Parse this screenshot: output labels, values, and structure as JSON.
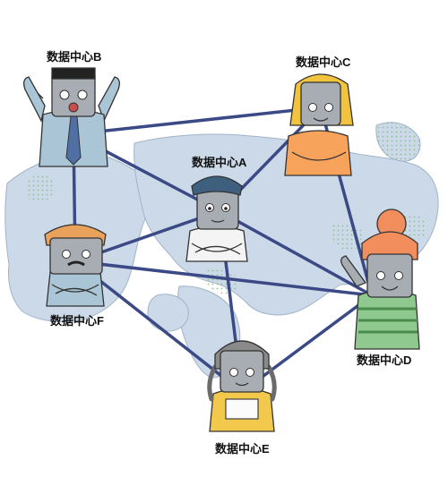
{
  "nodes": {
    "A": {
      "label": "数据中心A"
    },
    "B": {
      "label": "数据中心B"
    },
    "C": {
      "label": "数据中心C"
    },
    "D": {
      "label": "数据中心D"
    },
    "E": {
      "label": "数据中心E"
    },
    "F": {
      "label": "数据中心F"
    }
  },
  "edges": [
    [
      "B",
      "C"
    ],
    [
      "B",
      "A"
    ],
    [
      "B",
      "F"
    ],
    [
      "C",
      "A"
    ],
    [
      "C",
      "D"
    ],
    [
      "F",
      "A"
    ],
    [
      "A",
      "D"
    ],
    [
      "A",
      "E"
    ],
    [
      "F",
      "E"
    ],
    [
      "E",
      "D"
    ],
    [
      "F",
      "D"
    ]
  ],
  "colors": {
    "link": "#3b4a86",
    "map": "#ccd9e8",
    "map_stroke": "#9fb3c9",
    "map_dots": "#8fbf8f"
  }
}
